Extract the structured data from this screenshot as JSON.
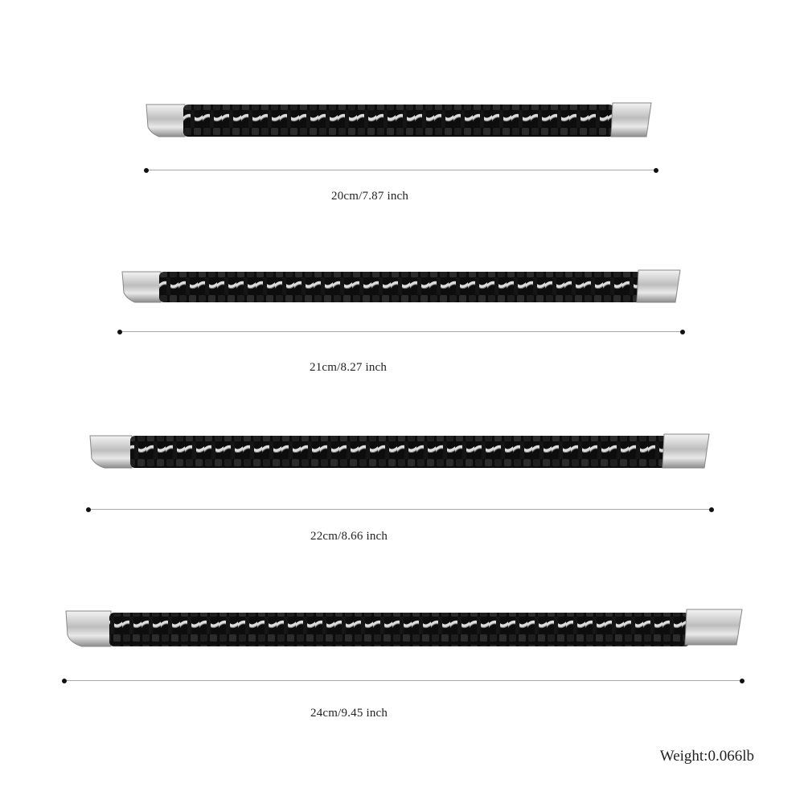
{
  "bracelets": [
    {
      "size_label": "20cm/7.87 inch"
    },
    {
      "size_label": "21cm/8.27 inch"
    },
    {
      "size_label": "22cm/8.66 inch"
    },
    {
      "size_label": "24cm/9.45 inch"
    }
  ],
  "weight_label": "Weight:0.066lb",
  "colors": {
    "leather": "#111111",
    "leather_highlight": "#3a3a3a",
    "chain": "#d8d8d8",
    "clasp": "#c9c9c9",
    "rule": "#a8a8a8"
  }
}
